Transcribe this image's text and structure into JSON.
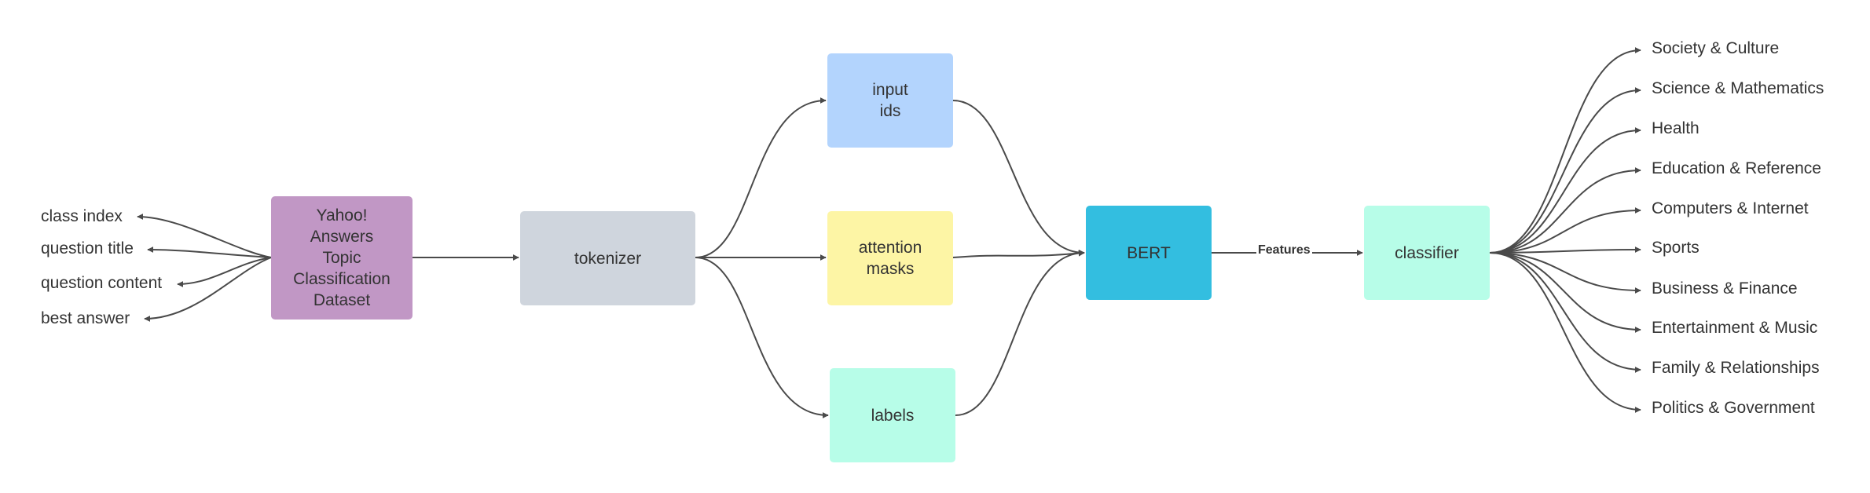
{
  "nodes": {
    "dataset": "Yahoo!\nAnswers\nTopic\nClassification\nDataset",
    "tokenizer": "tokenizer",
    "input_ids": "input\nids",
    "attention_masks": "attention\nmasks",
    "labels": "labels",
    "bert": "BERT",
    "classifier": "classifier"
  },
  "colors": {
    "dataset": "#c197c5",
    "tokenizer": "#cfd5dd",
    "input_ids": "#b3d4fd",
    "attention_masks": "#fdf5a5",
    "labels": "#b7fde8",
    "bert": "#33bee0",
    "classifier": "#b7fde8",
    "edge": "#4a4a4a"
  },
  "dataset_fields": [
    "class index",
    "question title",
    "question content",
    "best answer"
  ],
  "edge_label": "Features",
  "classes": [
    "Society & Culture",
    "Science & Mathematics",
    "Health",
    "Education & Reference",
    "Computers & Internet",
    "Sports",
    "Business & Finance",
    "Entertainment & Music",
    "Family & Relationships",
    "Politics & Government"
  ]
}
